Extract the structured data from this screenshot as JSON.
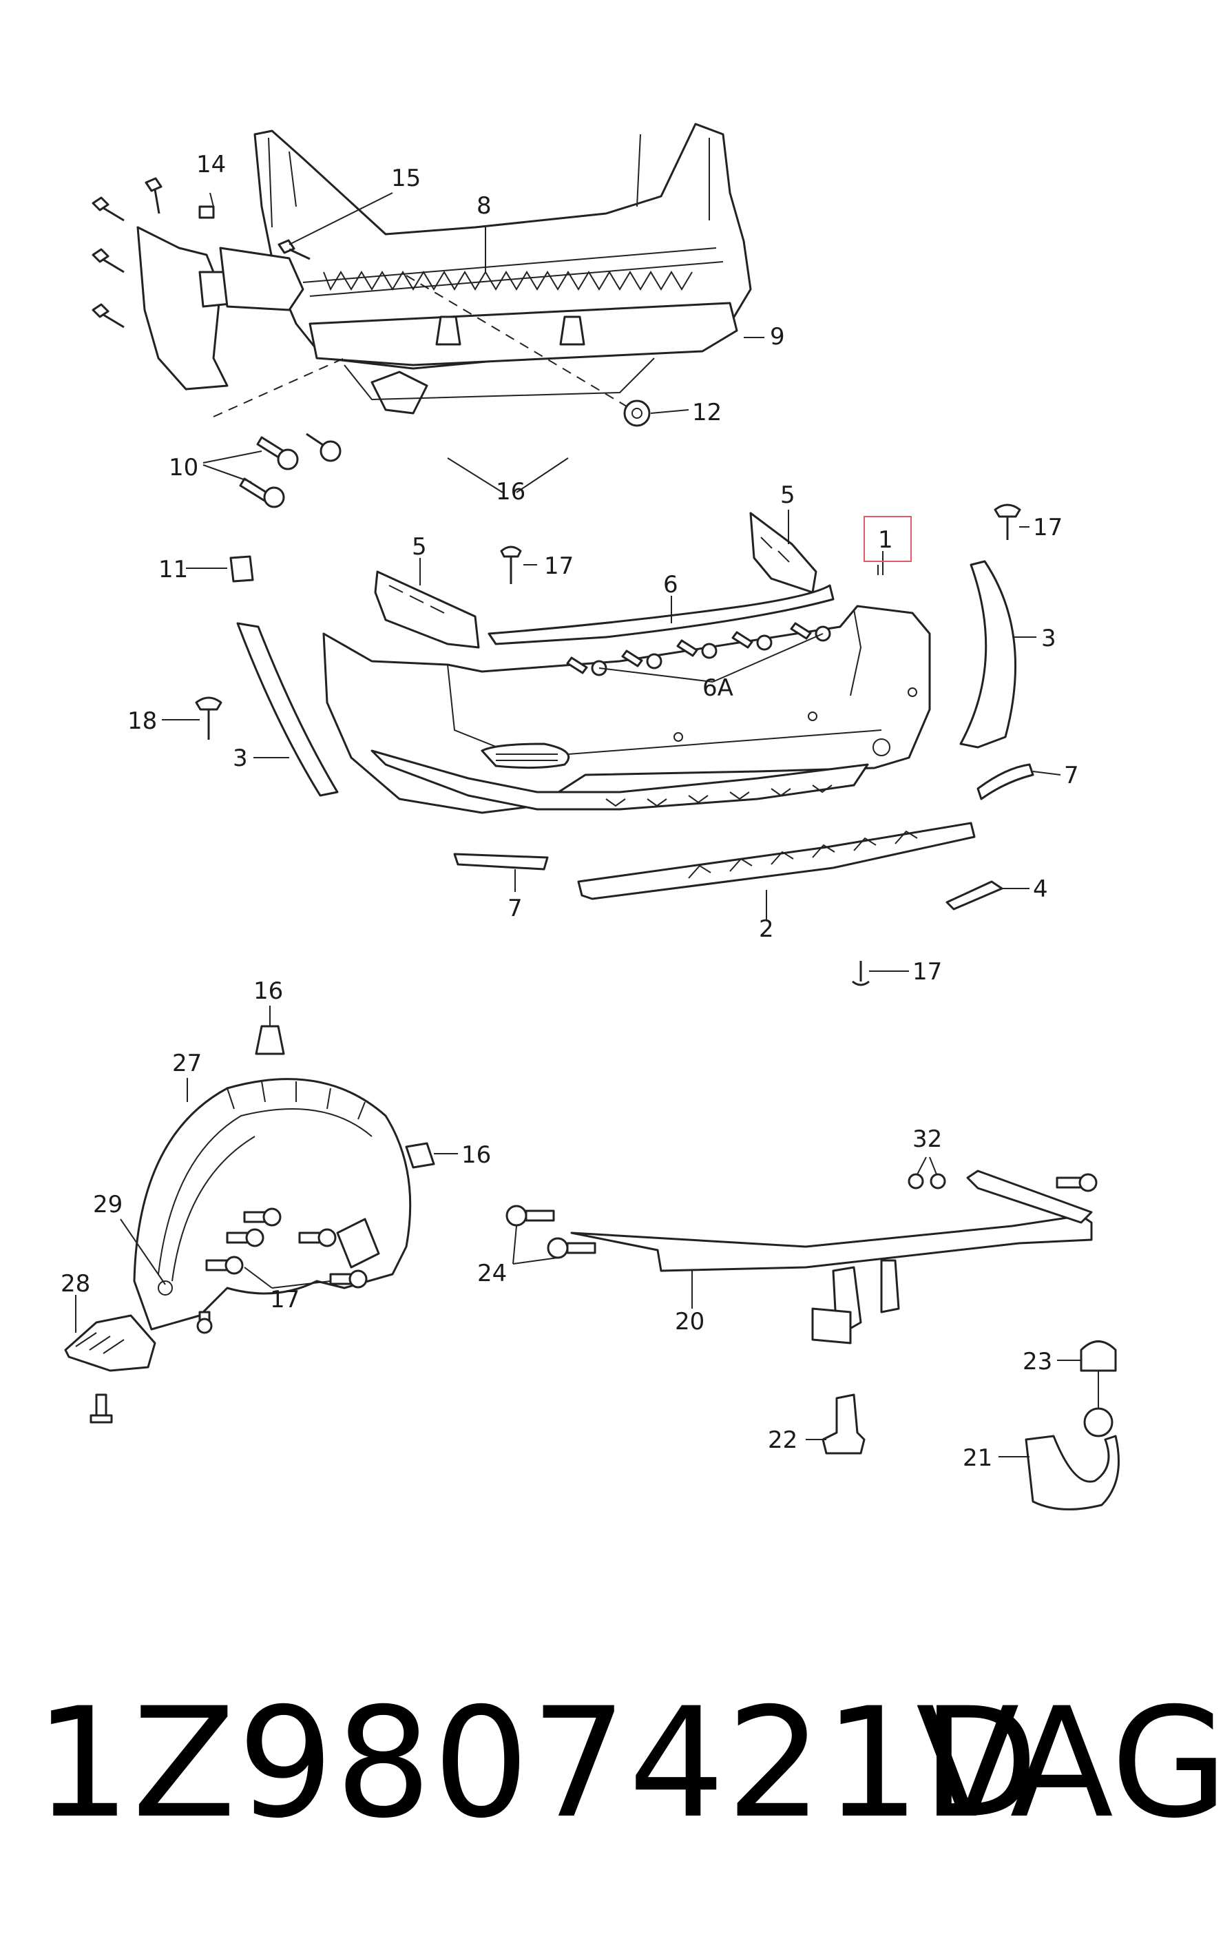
{
  "diagram": {
    "callouts": [
      {
        "id": "c14",
        "label": "14"
      },
      {
        "id": "c15",
        "label": "15"
      },
      {
        "id": "c8",
        "label": "8"
      },
      {
        "id": "c9",
        "label": "9"
      },
      {
        "id": "c12",
        "label": "12"
      },
      {
        "id": "c10",
        "label": "10"
      },
      {
        "id": "c16a",
        "label": "16"
      },
      {
        "id": "c11",
        "label": "11"
      },
      {
        "id": "c5a",
        "label": "5"
      },
      {
        "id": "c17a",
        "label": "17"
      },
      {
        "id": "c6",
        "label": "6"
      },
      {
        "id": "c5b",
        "label": "5"
      },
      {
        "id": "c1",
        "label": "1"
      },
      {
        "id": "c17b",
        "label": "17"
      },
      {
        "id": "c3a",
        "label": "3"
      },
      {
        "id": "c6A",
        "label": "6A"
      },
      {
        "id": "c18",
        "label": "18"
      },
      {
        "id": "c3b",
        "label": "3"
      },
      {
        "id": "c7a",
        "label": "7"
      },
      {
        "id": "c7b",
        "label": "7"
      },
      {
        "id": "c4",
        "label": "4"
      },
      {
        "id": "c2",
        "label": "2"
      },
      {
        "id": "c17c",
        "label": "17"
      },
      {
        "id": "c16b",
        "label": "16"
      },
      {
        "id": "c27",
        "label": "27"
      },
      {
        "id": "c16c",
        "label": "16"
      },
      {
        "id": "c32",
        "label": "32"
      },
      {
        "id": "c29",
        "label": "29"
      },
      {
        "id": "c24",
        "label": "24"
      },
      {
        "id": "c17d",
        "label": "17"
      },
      {
        "id": "c28",
        "label": "28"
      },
      {
        "id": "c20",
        "label": "20"
      },
      {
        "id": "c23",
        "label": "23"
      },
      {
        "id": "c22",
        "label": "22"
      },
      {
        "id": "c21",
        "label": "21"
      }
    ],
    "highlighted_callout": "1"
  },
  "footer": {
    "part_number": "1Z9807421D",
    "brand": "VAG"
  }
}
